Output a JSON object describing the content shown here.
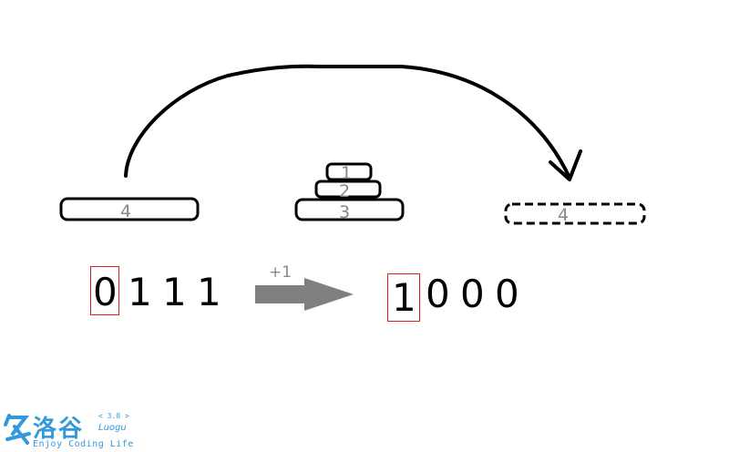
{
  "disks": {
    "left": "4",
    "middle_top": "1",
    "middle_mid": "2",
    "middle_bottom": "3",
    "right_ghost": "4"
  },
  "binary_before": [
    "0",
    "1",
    "1",
    "1"
  ],
  "binary_after": [
    "1",
    "0",
    "0",
    "0"
  ],
  "increment_label": "+1",
  "logo": {
    "name_cn": "洛谷",
    "version": "< 3.0 >",
    "name_en": "Luogu",
    "tagline": "Enjoy Coding Life"
  },
  "colors": {
    "ink": "#000000",
    "label_gray": "#888888",
    "arrow_gray": "#808080",
    "highlight_red": "#e02020",
    "brand_blue": "#3498db"
  }
}
